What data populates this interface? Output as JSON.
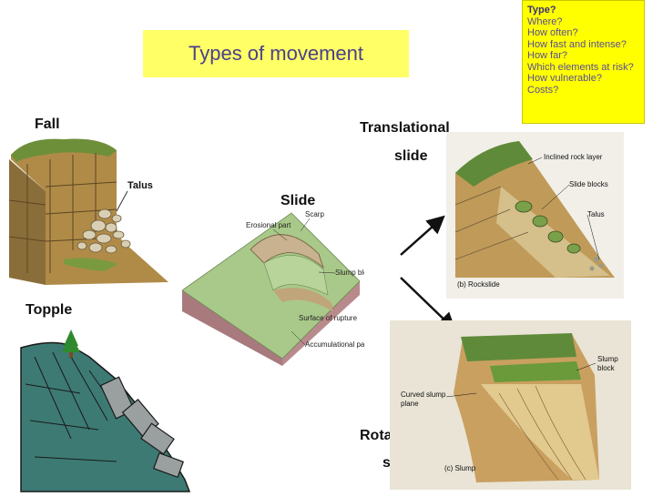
{
  "title": "Types of movement",
  "questions": [
    "Type?",
    "Where?",
    "How often?",
    "How fast and intense?",
    "How far?",
    "Which elements at risk?",
    "How vulnerable?",
    "Costs?"
  ],
  "labels": {
    "fall": "Fall",
    "topple": "Topple",
    "slide": "Slide",
    "translational_line1": "Translational",
    "translational_line2": "slide",
    "rotational_line1": "Rotational",
    "rotational_line2": "slide"
  },
  "fall_diagram": {
    "talus": "Talus"
  },
  "slide_diagram": {
    "erosional_part": "Erosional part",
    "scarp": "Scarp",
    "slump_block": "Slump block",
    "surface_of_rupture": "Surface of rupture",
    "accumulational_part": "Accumulational part"
  },
  "rockslide_diagram": {
    "inclined_rock_layer": "Inclined rock layer",
    "slide_blocks": "Slide blocks",
    "talus": "Talus",
    "caption": "(b) Rockslide"
  },
  "slump_diagram": {
    "slump_block_line1": "Slump",
    "slump_block_line2": "block",
    "curved_line1": "Curved slump",
    "curved_line2": "plane",
    "caption": "(c) Slump"
  },
  "colors": {
    "title_bg": "#ffff66",
    "question_bg": "#ffff00",
    "title_text": "#4a3f8c"
  }
}
